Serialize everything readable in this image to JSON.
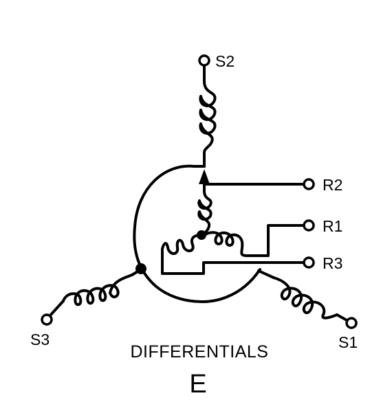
{
  "terminals": {
    "s1": "S1",
    "s2": "S2",
    "s3": "S3",
    "r1": "R1",
    "r2": "R2",
    "r3": "R3"
  },
  "caption": "DIFFERENTIALS",
  "figure_letter": "E"
}
